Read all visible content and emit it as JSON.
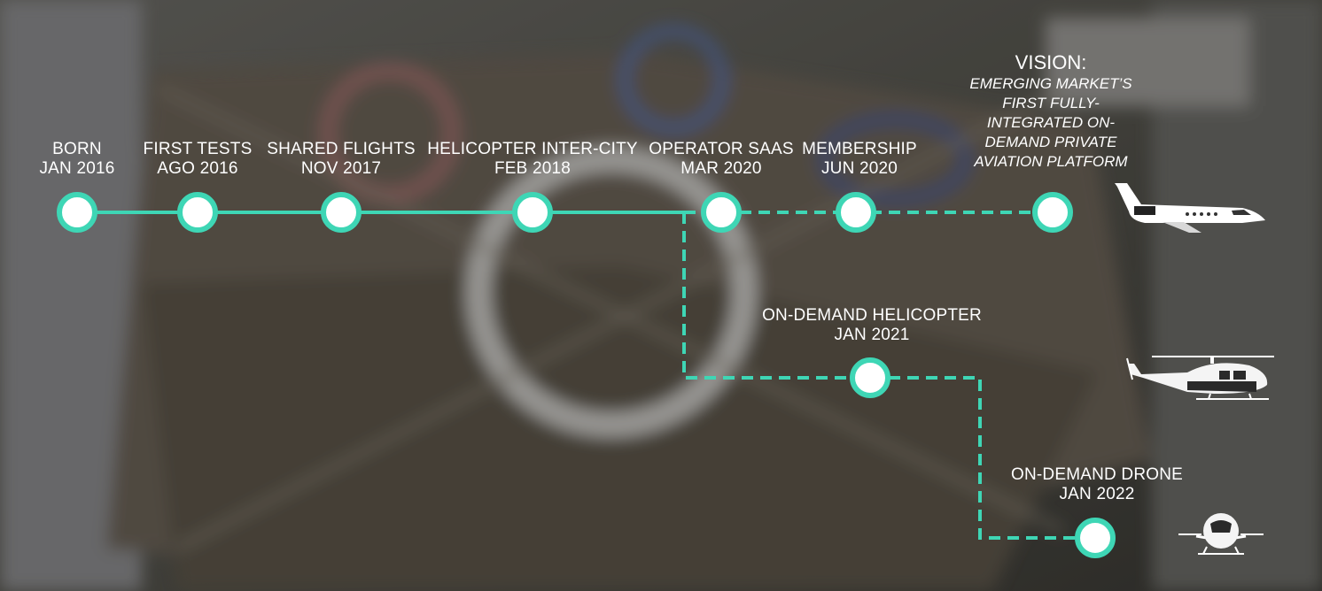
{
  "colors": {
    "accent": "#3ed6b5",
    "node_fill": "#ffffff",
    "text": "#ffffff",
    "background": "#4b4a45"
  },
  "milestones": [
    {
      "title": "BORN",
      "date": "JAN 2016",
      "line": "solid"
    },
    {
      "title": "FIRST TESTS",
      "date": "AGO 2016",
      "line": "solid"
    },
    {
      "title": "SHARED FLIGHTS",
      "date": "NOV 2017",
      "line": "solid"
    },
    {
      "title": "HELICOPTER INTER-CITY",
      "date": "FEB 2018",
      "line": "solid"
    },
    {
      "title": "OPERATOR SAAS",
      "date": "MAR 2020",
      "line": "dashed"
    },
    {
      "title": "MEMBERSHIP",
      "date": "JUN 2020",
      "line": "dashed"
    }
  ],
  "vision": {
    "title": "VISION:",
    "text": "EMERGING MARKET’S\nFIRST FULLY-\nINTEGRATED ON-\nDEMAND PRIVATE\nAVIATION PLATFORM"
  },
  "branch": [
    {
      "title": "ON-DEMAND HELICOPTER",
      "date": "JAN 2021"
    },
    {
      "title": "ON-DEMAND DRONE",
      "date": "JAN 2022"
    }
  ],
  "icons": [
    "private-jet-icon",
    "helicopter-icon",
    "passenger-drone-icon"
  ]
}
